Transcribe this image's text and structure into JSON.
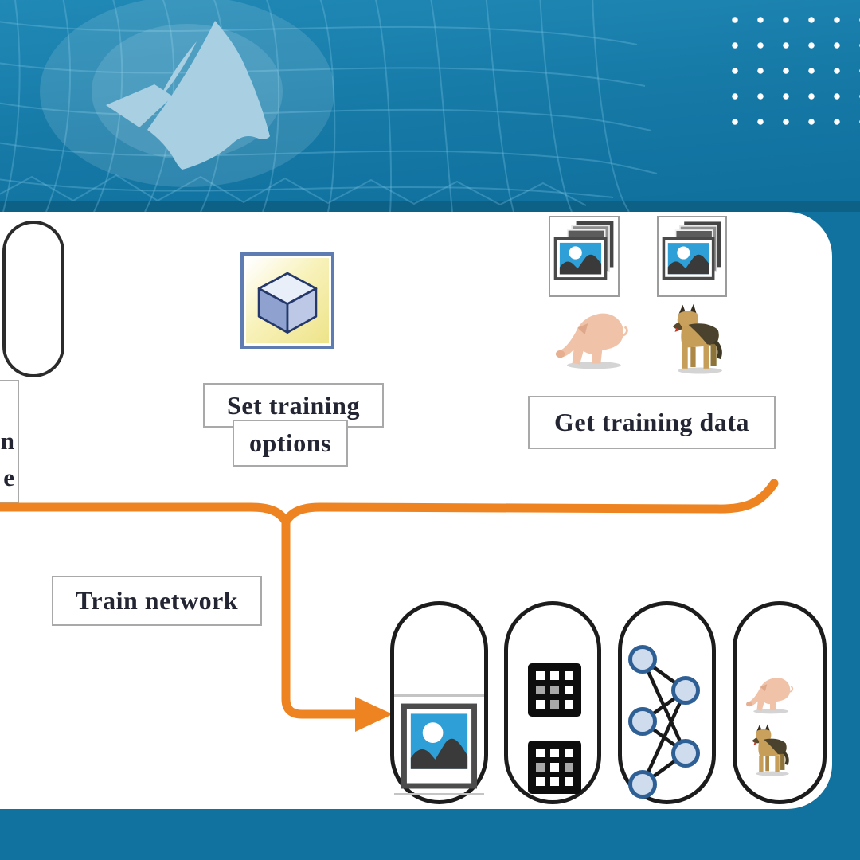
{
  "banner": {
    "logo_icon": "matlab-membrane-logo"
  },
  "labels": {
    "clipped_line1": "n",
    "clipped_line2": "e",
    "set_training_line1": "Set training",
    "set_training_line2": "options",
    "get_training_data": "Get training data",
    "train_network": "Train network"
  },
  "icons": {
    "cube": "network-block-cube",
    "image_stacks": "image-datastore-stack",
    "pig": "pig-figurine",
    "dog": "german-shepherd-figurine",
    "photo": "image-thumbnail",
    "conv": "convolution-filter-grid",
    "graph": "neural-network-nodes",
    "flow": "orange-brace-arrow"
  },
  "colors": {
    "teal_background": "#11719f",
    "banner_teal": "#1d83b1",
    "accent_orange": "#ee8421",
    "logo_blue": "#a9cfe3",
    "label_text": "#232533",
    "label_border": "#a9a9a9",
    "pill_outline": "#1c1c1c",
    "node_fill": "#cfdcee",
    "node_stroke": "#2e5f95",
    "photo_sky_blue": "#2f9fd8",
    "cube_yellow": "#f3ea9b"
  }
}
